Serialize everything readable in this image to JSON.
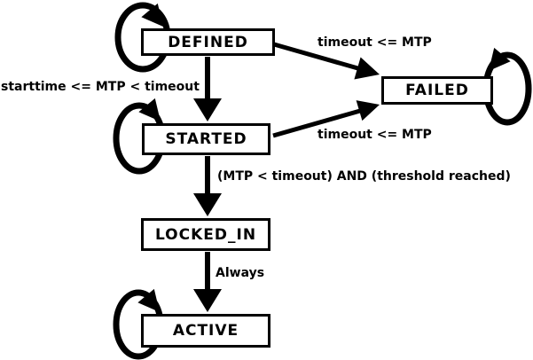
{
  "diagram": {
    "type": "state-machine",
    "states": [
      {
        "id": "defined",
        "label": "DEFINED"
      },
      {
        "id": "failed",
        "label": "FAILED"
      },
      {
        "id": "started",
        "label": "STARTED"
      },
      {
        "id": "locked_in",
        "label": "LOCKED_IN"
      },
      {
        "id": "active",
        "label": "ACTIVE"
      }
    ],
    "transitions": [
      {
        "from": "DEFINED",
        "to": "FAILED",
        "label": "timeout <= MTP"
      },
      {
        "from": "DEFINED",
        "to": "STARTED",
        "label": "starttime <= MTP < timeout"
      },
      {
        "from": "STARTED",
        "to": "FAILED",
        "label": "timeout <= MTP"
      },
      {
        "from": "STARTED",
        "to": "LOCKED_IN",
        "label": "(MTP < timeout) AND (threshold reached)"
      },
      {
        "from": "LOCKED_IN",
        "to": "ACTIVE",
        "label": "Always"
      },
      {
        "from": "DEFINED",
        "to": "DEFINED",
        "label": ""
      },
      {
        "from": "FAILED",
        "to": "FAILED",
        "label": ""
      },
      {
        "from": "STARTED",
        "to": "STARTED",
        "label": ""
      },
      {
        "from": "ACTIVE",
        "to": "ACTIVE",
        "label": ""
      }
    ],
    "colors": {
      "line": "#000000",
      "box_fill": "#ffffff",
      "box_border": "#000000",
      "text": "#000000",
      "background": "#ffffff"
    }
  }
}
